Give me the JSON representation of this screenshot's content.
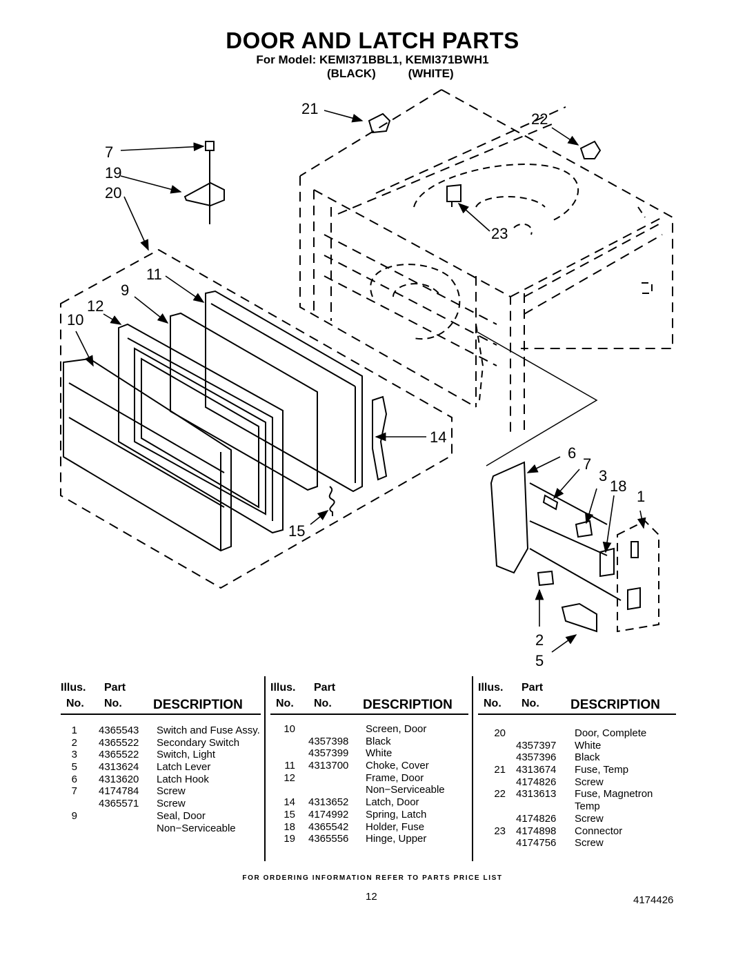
{
  "title": "DOOR AND LATCH PARTS",
  "subtitle": "For Model: KEMI371BBL1, KEMI371BWH1",
  "model_colors": [
    "(BLACK)",
    "(WHITE)"
  ],
  "callouts": [
    "21",
    "22",
    "7",
    "19",
    "20",
    "23",
    "11",
    "9",
    "12",
    "10",
    "14",
    "6",
    "7",
    "3",
    "18",
    "1",
    "15",
    "2",
    "5"
  ],
  "table_headers": {
    "illus": "Illus.",
    "part": "Part",
    "no": "No.",
    "description": "DESCRIPTION"
  },
  "columns": [
    {
      "rows": [
        {
          "illus": "1",
          "part": "4365543",
          "desc": "Switch and Fuse Assy."
        },
        {
          "illus": "2",
          "part": "4365522",
          "desc": "Secondary Switch"
        },
        {
          "illus": "3",
          "part": "4365522",
          "desc": "Switch, Light"
        },
        {
          "illus": "5",
          "part": "4313624",
          "desc": "Latch Lever"
        },
        {
          "illus": "6",
          "part": "4313620",
          "desc": "Latch Hook"
        },
        {
          "illus": "7",
          "part": "4174784",
          "desc": "Screw"
        },
        {
          "illus": "",
          "part": "4365571",
          "desc": "Screw"
        },
        {
          "illus": "9",
          "part": "",
          "desc": "Seal, Door"
        },
        {
          "illus": "",
          "part": "",
          "desc": "Non−Serviceable"
        }
      ]
    },
    {
      "rows": [
        {
          "illus": "10",
          "part": "",
          "desc": "Screen, Door"
        },
        {
          "illus": "",
          "part": "4357398",
          "desc": "Black"
        },
        {
          "illus": "",
          "part": "4357399",
          "desc": "White"
        },
        {
          "illus": "11",
          "part": "4313700",
          "desc": "Choke, Cover"
        },
        {
          "illus": "12",
          "part": "",
          "desc": "Frame, Door"
        },
        {
          "illus": "",
          "part": "",
          "desc": "Non−Serviceable"
        },
        {
          "illus": "14",
          "part": "4313652",
          "desc": "Latch, Door"
        },
        {
          "illus": "15",
          "part": "4174992",
          "desc": "Spring, Latch"
        },
        {
          "illus": "18",
          "part": "4365542",
          "desc": "Holder, Fuse"
        },
        {
          "illus": "19",
          "part": "4365556",
          "desc": "Hinge, Upper"
        }
      ]
    },
    {
      "rows": [
        {
          "illus": "20",
          "part": "",
          "desc": "Door, Complete"
        },
        {
          "illus": "",
          "part": "4357397",
          "desc": "White"
        },
        {
          "illus": "",
          "part": "4357396",
          "desc": "Black"
        },
        {
          "illus": "21",
          "part": "4313674",
          "desc": "Fuse, Temp"
        },
        {
          "illus": "",
          "part": "4174826",
          "desc": "Screw"
        },
        {
          "illus": "22",
          "part": "4313613",
          "desc": "Fuse, Magnetron"
        },
        {
          "illus": "",
          "part": "",
          "desc": "Temp"
        },
        {
          "illus": "",
          "part": "4174826",
          "desc": "Screw"
        },
        {
          "illus": "23",
          "part": "4174898",
          "desc": "Connector"
        },
        {
          "illus": "",
          "part": "4174756",
          "desc": "Screw"
        }
      ]
    }
  ],
  "footer": "FOR ORDERING INFORMATION REFER TO PARTS PRICE LIST",
  "page_number": "12",
  "document_number": "4174426"
}
